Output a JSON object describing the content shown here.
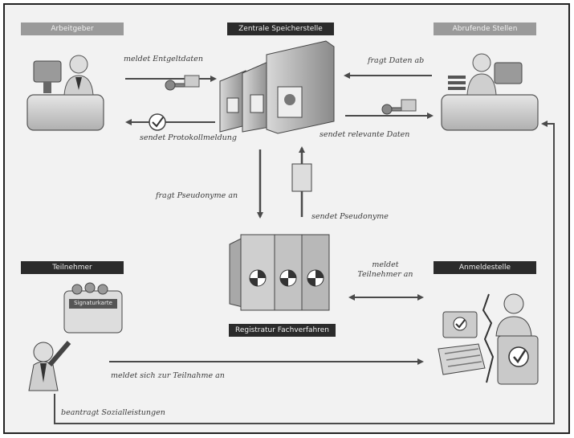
{
  "actors": {
    "employers": "Arbeitgeber",
    "central_storage": "Zentrale Speicherstelle",
    "retrieving_bodies": "Abrufende Stellen",
    "participants": "Teilnehmer",
    "registration_office": "Anmeldestelle",
    "registry": "Registratur Fachverfahren"
  },
  "flows": {
    "reports_earnings": "meldet Entgeltdaten",
    "sends_log_report": "sendet Protokollmeldung",
    "requests_data": "fragt Daten ab",
    "sends_relevant_data": "sendet relevante Daten",
    "requests_pseudonyms": "fragt Pseudonyme an",
    "sends_pseudonyms": "sendet Pseudonyme",
    "reports_participants_line1": "meldet",
    "reports_participants_line2": "Teilnehmer an",
    "registers_participation": "meldet sich zur Teilnahme an",
    "applies_social_benefits": "beantragt Sozialleistungen"
  },
  "card": {
    "label": "Signaturkarte"
  },
  "colors": {
    "background": "#f2f2f2",
    "label_light": "#9a9a9a",
    "label_dark": "#2b2b2b",
    "arrow": "#4a4a4a"
  },
  "icons": [
    "desk-user-icon",
    "server-icon",
    "key-icon",
    "checkmark-icon",
    "signature-card-icon",
    "pointing-person-icon",
    "keyboard-icon",
    "monitor-icon"
  ]
}
